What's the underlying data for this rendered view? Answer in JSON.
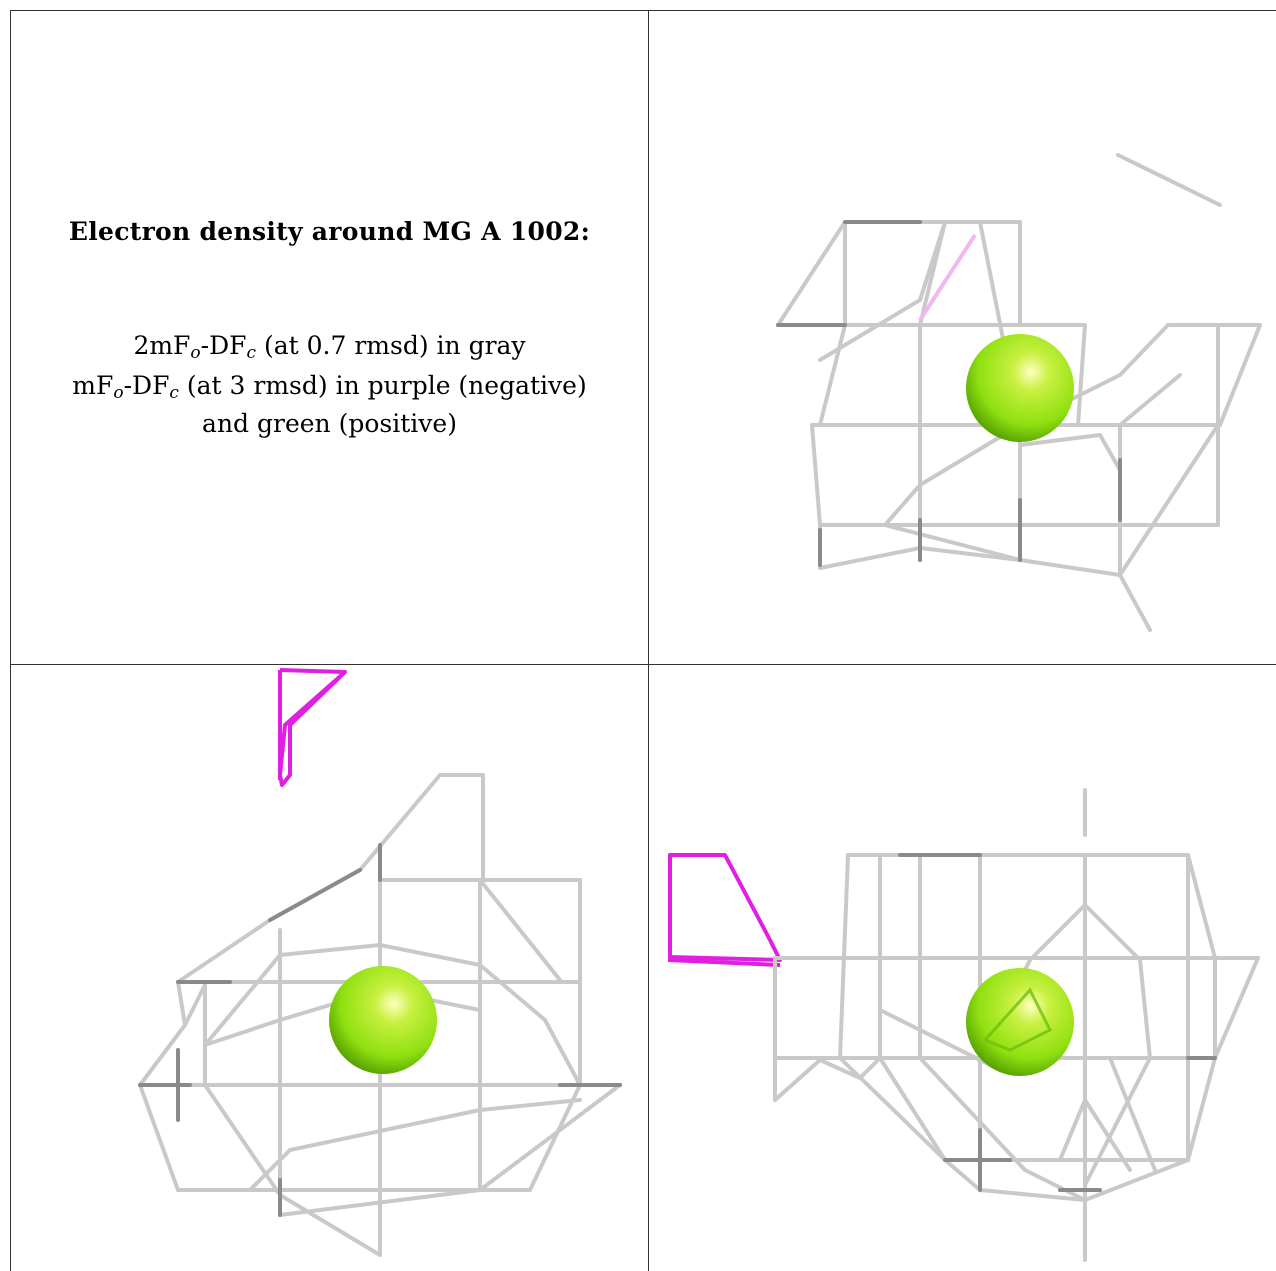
{
  "legend": {
    "title": "Electron density around MG A 1002:",
    "line1": {
      "a": "2mF",
      "o": "o",
      "b": "-DF",
      "c": "c",
      "rest": " (at 0.7 rmsd) in gray"
    },
    "line2": {
      "a": "mF",
      "o": "o",
      "b": "-DF",
      "c": "c",
      "rest": " (at 3 rmsd) in purple (negative)"
    },
    "line3": "and green (positive)"
  },
  "colors": {
    "mesh_2fofc": "#c8c8c8",
    "mesh_dark": "#8a8a8a",
    "mesh_negative": "#e020e0",
    "atom_mg": "#8fe010",
    "grid_lines": "#333333"
  },
  "panels": [
    {
      "id": "view-top-right",
      "atom": "MG"
    },
    {
      "id": "view-bottom-left",
      "atom": "MG"
    },
    {
      "id": "view-bottom-right",
      "atom": "MG"
    }
  ]
}
